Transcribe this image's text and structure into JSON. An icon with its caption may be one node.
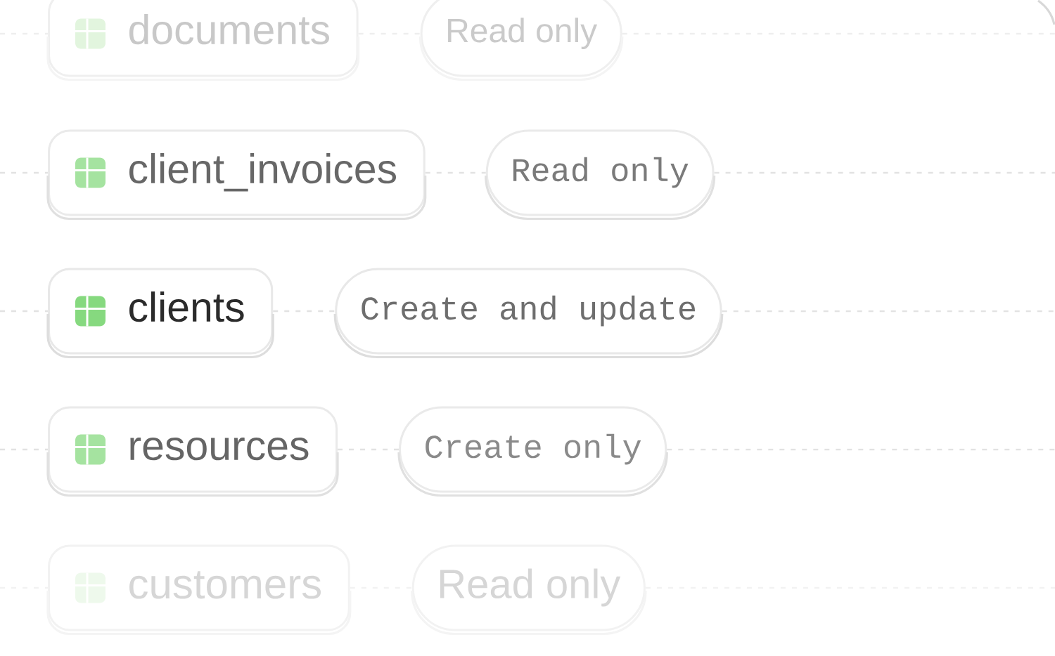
{
  "diagram": {
    "nodes": [
      {
        "text": [
          "documents"
        ]
      },
      {
        "text": [
          "Read only"
        ]
      },
      {
        "text": [
          "client_invoices"
        ]
      },
      {
        "text": [
          "Read only"
        ]
      },
      {
        "text": [
          "clients"
        ]
      },
      {
        "text": [
          "Create and update"
        ]
      },
      {
        "text": [
          "resources"
        ]
      },
      {
        "text": [
          "Create only"
        ]
      },
      {
        "text": [
          "customers"
        ]
      },
      {
        "text": [
          "Read only"
        ]
      }
    ],
    "edges": [
      {
        "from": null,
        "to": 0,
        "arrow": "none",
        "style": "dashed",
        "color": "#eeeeee"
      },
      {
        "from": 0,
        "to": 1,
        "arrow": "none",
        "style": "dashed",
        "color": "#eeeeee"
      },
      {
        "from": 1,
        "to": null,
        "arrow": "none",
        "style": "dashed",
        "color": "#eeeeee"
      },
      {
        "from": null,
        "to": 2,
        "arrow": "none",
        "style": "dashed"
      },
      {
        "from": 2,
        "to": 3,
        "arrow": "none",
        "style": "dashed"
      },
      {
        "from": 3,
        "to": null,
        "arrow": "none",
        "style": "dashed"
      },
      {
        "from": null,
        "to": 4,
        "arrow": "none",
        "style": "dashed"
      },
      {
        "from": 4,
        "to": 5,
        "arrow": "none",
        "style": "dashed"
      },
      {
        "from": 5,
        "to": null,
        "arrow": "none",
        "style": "dashed"
      },
      {
        "from": null,
        "to": 6,
        "arrow": "none",
        "style": "dashed"
      },
      {
        "from": 6,
        "to": 7,
        "arrow": "none",
        "style": "dashed"
      },
      {
        "from": 7,
        "to": null,
        "arrow": "none",
        "style": "dashed"
      },
      {
        "from": null,
        "to": 8,
        "arrow": "none",
        "style": "dashed",
        "color": "#f2f2f2"
      },
      {
        "from": 8,
        "to": 9,
        "arrow": "none",
        "style": "dashed",
        "color": "#f2f2f2"
      },
      {
        "from": 9,
        "to": null,
        "arrow": "none",
        "style": "dashed",
        "color": "#f2f2f2"
      }
    ]
  }
}
